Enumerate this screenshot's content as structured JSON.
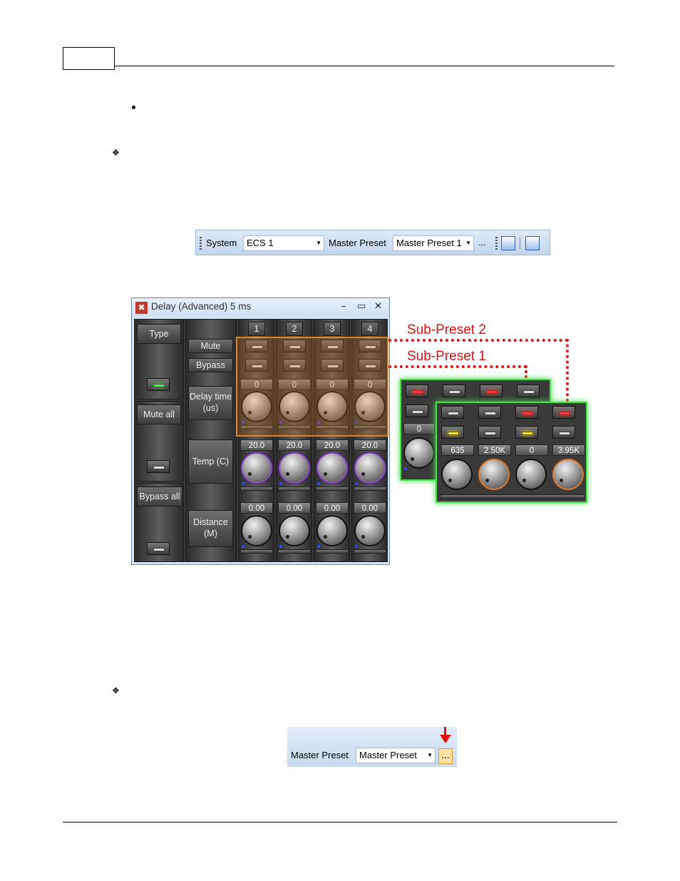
{
  "toolbar1": {
    "system_label": "System",
    "system_value": "ECS 1",
    "master_preset_label": "Master Preset",
    "master_preset_value": "Master Preset 1",
    "ellipsis": "...",
    "icons": [
      "grip-icon",
      "save-preset-icon",
      "preset-list-icon"
    ]
  },
  "delay_window": {
    "title": "Delay (Advanced) 5 ms",
    "controls": {
      "minimize": "–",
      "maximize": "▭",
      "close": "✕"
    },
    "left_buttons": {
      "type": "Type",
      "mute_all": "Mute all",
      "bypass_all": "Bypass all"
    },
    "row_labels": {
      "mute": "Mute",
      "bypass": "Bypass",
      "delay": "Delay time (us)",
      "temp": "Temp (C)",
      "distance": "Distance (M)"
    },
    "channels": [
      "1",
      "2",
      "3",
      "4"
    ],
    "delay_values": [
      "0",
      "0",
      "0",
      "0"
    ],
    "temp_values": [
      "20.0",
      "20.0",
      "20.0",
      "20.0"
    ],
    "distance_values": [
      "0.00",
      "0.00",
      "0.00",
      "0.00"
    ]
  },
  "annotations": {
    "sub_preset_2": "Sub-Preset 2",
    "sub_preset_1": "Sub-Preset 1"
  },
  "sub_preset_panels": {
    "back_value": "0",
    "front_values": [
      "635",
      "2.50K",
      "0",
      "3.95K"
    ]
  },
  "toolbar2": {
    "master_preset_label": "Master Preset",
    "master_preset_value": "Master Preset",
    "ellipsis": "..."
  },
  "colors": {
    "highlight_orange": "#d87a1e",
    "annotation_red": "#e01010",
    "highlight_green": "#43e04a"
  }
}
